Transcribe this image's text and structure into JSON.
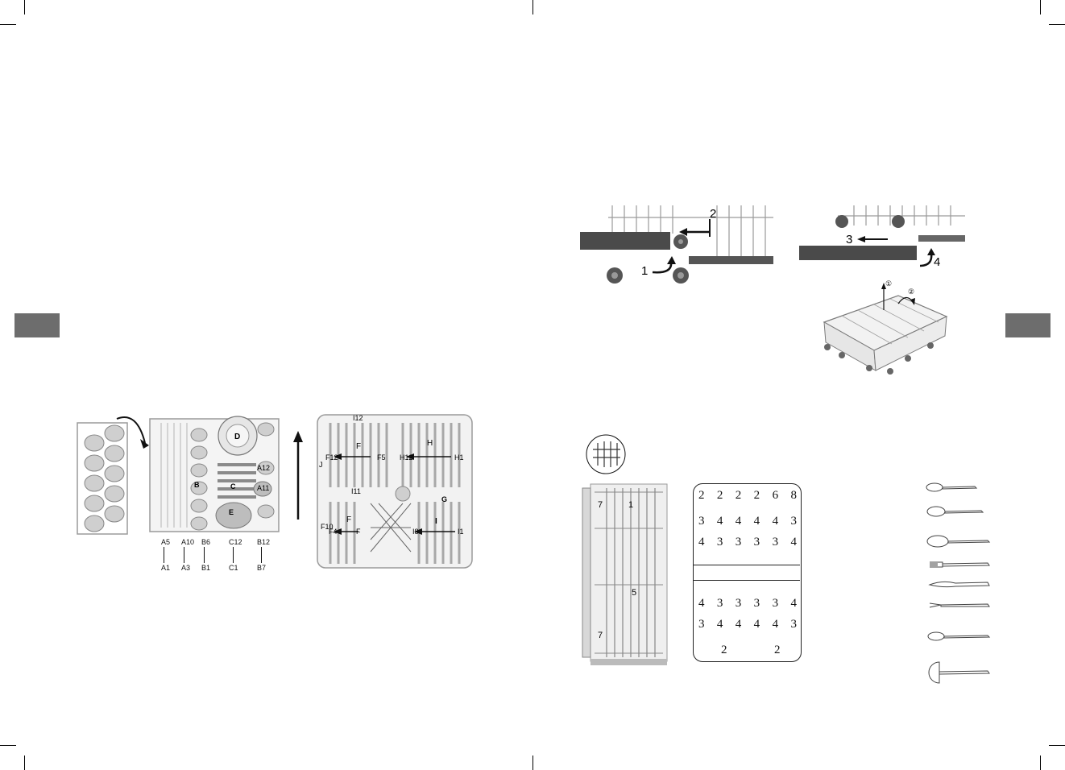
{
  "left_page": {
    "load_figure": {
      "bottom_labels_top": [
        "A5",
        "A10",
        "B6",
        "C12",
        "B12"
      ],
      "bottom_labels_bottom": [
        "A1",
        "A3",
        "B1",
        "C1",
        "B7"
      ],
      "upper_rack_labels": [
        "D",
        "A12",
        "A11",
        "B",
        "C",
        "E"
      ],
      "lower_rack_labels": [
        "I12",
        "H",
        "F",
        "F12",
        "F5",
        "H12",
        "H1",
        "J",
        "I11",
        "G",
        "F",
        "F10",
        "F4",
        "F",
        "I",
        "I8",
        "I1"
      ]
    }
  },
  "right_page": {
    "rack_removal_steps": [
      "1",
      "2",
      "3",
      "4"
    ],
    "basket_steps": [
      "①",
      "②"
    ],
    "cutlery_basket_labels": [
      "7",
      "1",
      "5",
      "7"
    ],
    "cutlery_tray_rows": [
      [
        "2",
        "2",
        "2",
        "2",
        "6",
        "8"
      ],
      [
        "3",
        "4",
        "4",
        "4",
        "4",
        "3"
      ],
      [
        "4",
        "3",
        "3",
        "3",
        "3",
        "4"
      ],
      [
        "4",
        "3",
        "3",
        "3",
        "3",
        "4"
      ],
      [
        "3",
        "4",
        "4",
        "4",
        "4",
        "3"
      ],
      [
        "2",
        "2"
      ]
    ]
  },
  "colors": {
    "side_tab": "#6d6d6d",
    "line": "#222222",
    "rack_gray": "#9a9a9a",
    "plate_gray": "#c8c8c8"
  }
}
